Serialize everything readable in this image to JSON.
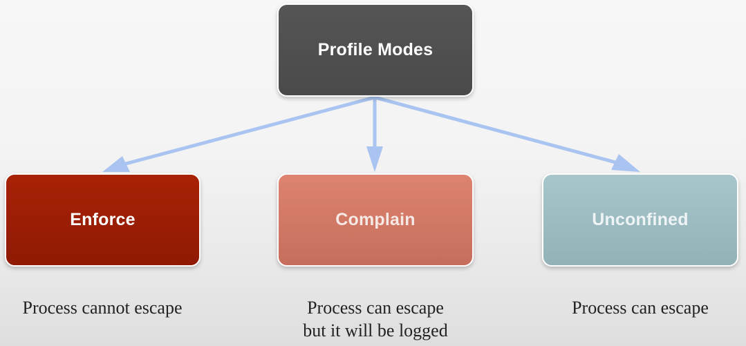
{
  "diagram": {
    "root": {
      "label": "Profile Modes"
    },
    "modes": [
      {
        "label": "Enforce",
        "caption_lines": [
          "Process cannot escape"
        ],
        "color": "#9e1f04"
      },
      {
        "label": "Complain",
        "caption_lines": [
          "Process can escape",
          "but it will be logged"
        ],
        "color": "#d57a66"
      },
      {
        "label": "Unconfined",
        "caption_lines": [
          "Process can escape"
        ],
        "color": "#9ebdc3"
      }
    ],
    "root_color": "#505050",
    "arrow_color": "#a9c4f0"
  }
}
